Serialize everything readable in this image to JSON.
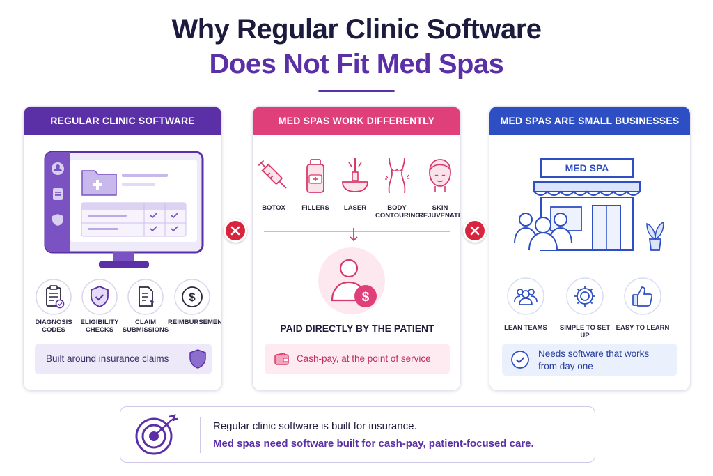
{
  "title": {
    "line1": "Why Regular Clinic Software",
    "line2": "Does Not Fit Med Spas"
  },
  "colors": {
    "purple": "#5b2fa6",
    "pink": "#e0407a",
    "blue": "#2d4fc3",
    "red_x": "#d9243e"
  },
  "panel_regular": {
    "heading": "REGULAR CLINIC SOFTWARE",
    "icons": [
      {
        "label": "DIAGNOSIS CODES",
        "icon": "clipboard-check-icon"
      },
      {
        "label": "ELIGIBILITY CHECKS",
        "icon": "shield-check-icon"
      },
      {
        "label": "CLAIM SUBMISSIONS",
        "icon": "document-upload-icon"
      },
      {
        "label": "REIMBURSEMENT",
        "icon": "dollar-circle-icon"
      }
    ],
    "note": "Built around insurance claims"
  },
  "panel_medspa": {
    "heading": "MED SPAS WORK DIFFERENTLY",
    "services": [
      {
        "label": "BOTOX",
        "icon": "syringe-icon"
      },
      {
        "label": "FILLERS",
        "icon": "vial-icon"
      },
      {
        "label": "LASER",
        "icon": "laser-icon"
      },
      {
        "label": "BODY CONTOURING",
        "icon": "body-icon"
      },
      {
        "label": "SKIN REJUVENATION",
        "icon": "face-icon"
      }
    ],
    "payment_title": "PAID DIRECTLY BY THE PATIENT",
    "note": "Cash-pay, at the point of service"
  },
  "panel_small": {
    "heading": "MED SPAS ARE SMALL BUSINESSES",
    "store_sign": "MED SPA",
    "icons": [
      {
        "label": "LEAN TEAMS",
        "icon": "team-icon"
      },
      {
        "label": "SIMPLE TO SET UP",
        "icon": "gear-icon"
      },
      {
        "label": "EASY TO LEARN",
        "icon": "thumbs-up-icon"
      }
    ],
    "note_line1": "Needs software that works",
    "note_line2": "from day one"
  },
  "footer": {
    "line1": "Regular clinic software is built for insurance.",
    "line2": "Med spas need software built for cash-pay, patient-focused care."
  }
}
